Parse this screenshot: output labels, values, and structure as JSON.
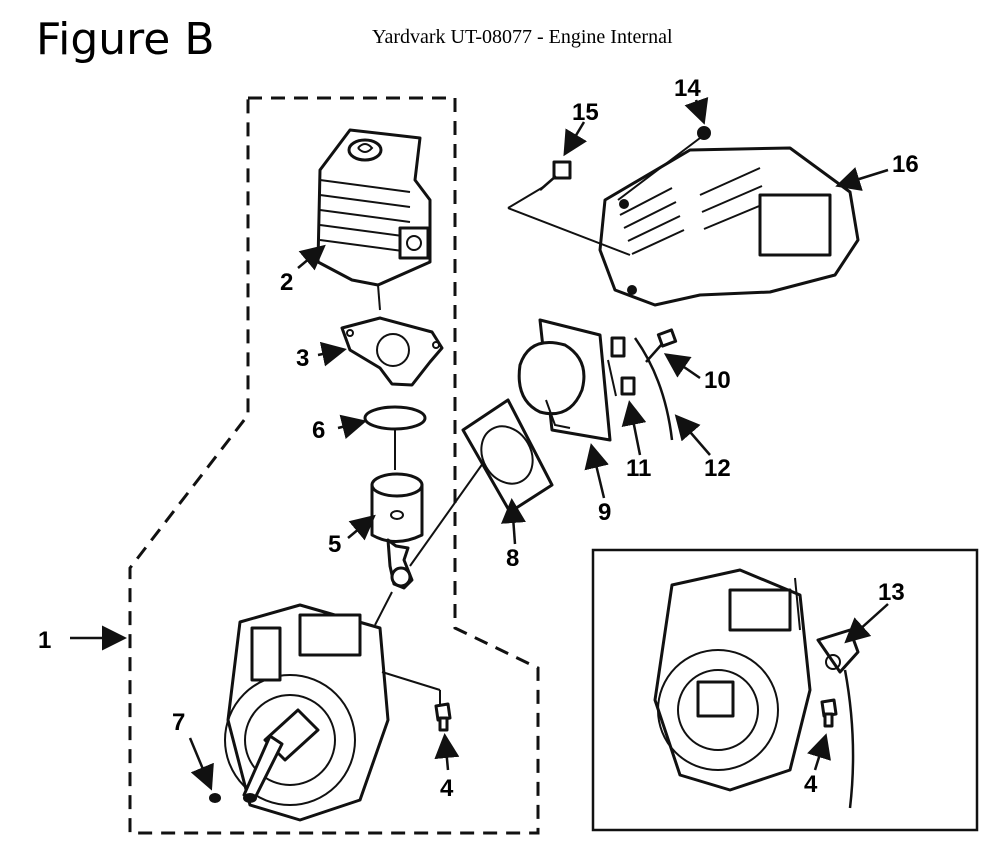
{
  "header": {
    "figure_label": "Figure B",
    "title": "Yardvark UT-08077 - Engine Internal"
  },
  "callouts": [
    "1",
    "2",
    "3",
    "4",
    "5",
    "6",
    "7",
    "8",
    "9",
    "10",
    "11",
    "12",
    "13",
    "14",
    "15",
    "16",
    "4"
  ],
  "colors": {
    "ink": "#111111",
    "background": "#ffffff"
  }
}
